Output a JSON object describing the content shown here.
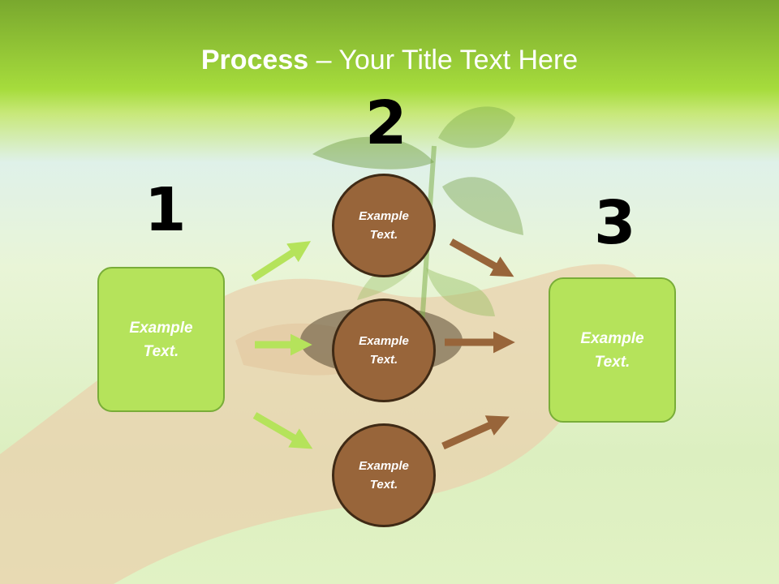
{
  "slide": {
    "title_bold": "Process",
    "title_rest": " – Your Title Text Here"
  },
  "steps": {
    "one": "1",
    "two": "2",
    "three": "3"
  },
  "boxes": {
    "left_text": "Example\nText.",
    "right_text": "Example\nText."
  },
  "circles": [
    {
      "text": "Example\nText."
    },
    {
      "text": "Example\nText."
    },
    {
      "text": "Example\nText."
    }
  ],
  "colors": {
    "header_green": "#a6dc3c",
    "box_fill": "#b5e35b",
    "circle_fill": "#98653a",
    "arrow_green": "#b5e35b",
    "arrow_brown": "#98653a"
  },
  "background_icon": "hand-holding-seedling"
}
